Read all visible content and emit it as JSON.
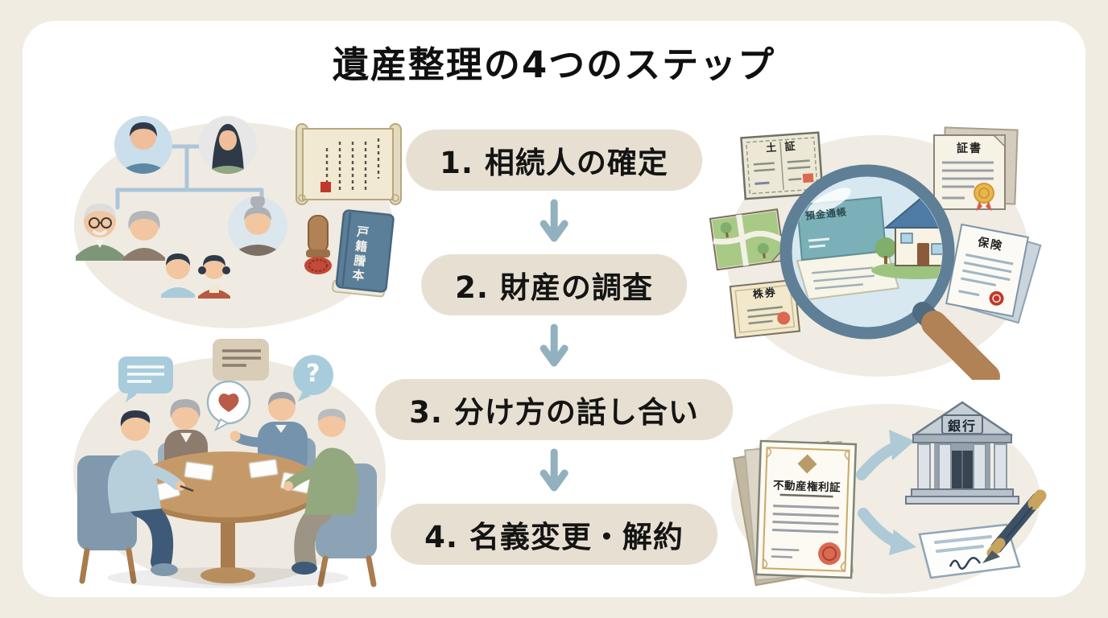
{
  "title": "遺産整理の4つのステップ",
  "steps": [
    {
      "label": "1. 相続人の確定"
    },
    {
      "label": "2. 財産の調査"
    },
    {
      "label": "3. 分け方の話し合い"
    },
    {
      "label": "4. 名義変更・解約"
    }
  ],
  "labels": {
    "family_register_book": "戸籍謄本",
    "passbook": "預金通帳",
    "land_certificate": "土 証",
    "certificate": "証書",
    "insurance": "保険",
    "stock_certificate": "株券",
    "property_deed": "不動産権利証",
    "bank": "銀行",
    "question_mark": "?"
  },
  "colors": {
    "background": "#F0ECE2",
    "card": "#FFFFFF",
    "pill": "#E7E0D2",
    "pill_text": "#141414",
    "step_arrow": "#92B1BE",
    "blob": "#F0EBE2",
    "seal_red": "#C0392B",
    "magnifier_ring": "#5E7F96",
    "handle_brown": "#B08256",
    "book_blue": "#5B7E99"
  }
}
